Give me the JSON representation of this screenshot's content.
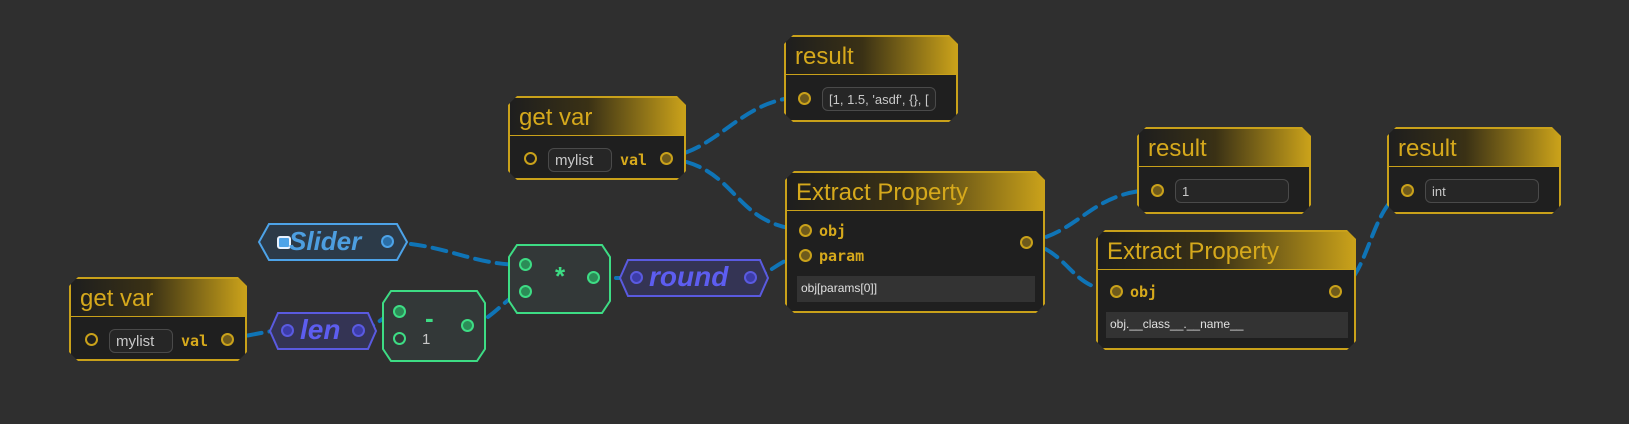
{
  "nodes": {
    "getvar_top": {
      "title": "get var",
      "input_value": "mylist",
      "output_label": "val"
    },
    "getvar_left": {
      "title": "get var",
      "input_value": "mylist",
      "output_label": "val"
    },
    "result_top": {
      "title": "result",
      "value": "[1, 1.5, 'asdf', {}, ["
    },
    "result_mid": {
      "title": "result",
      "value": "1"
    },
    "result_right": {
      "title": "result",
      "value": "int"
    },
    "extract_1": {
      "title": "Extract Property",
      "input_obj_label": "obj",
      "input_param_label": "param",
      "code": "obj[params[0]]"
    },
    "extract_2": {
      "title": "Extract Property",
      "input_obj_label": "obj",
      "code": "obj.__class__.__name__"
    },
    "slider": {
      "title": "Slider"
    },
    "len": {
      "title": "len"
    },
    "round": {
      "title": "round"
    },
    "multiply": {
      "operator": "*"
    },
    "subtract": {
      "operator": "-",
      "constant": "1"
    }
  },
  "colors": {
    "background": "#2f2f2f",
    "gold_accent": "#c9a11a",
    "gold_text": "#d6a91c",
    "connection": "#0f74b6",
    "slider_blue": "#4da3e8",
    "func_violet": "#5a5ae0",
    "operator_green": "#3ddc84"
  }
}
